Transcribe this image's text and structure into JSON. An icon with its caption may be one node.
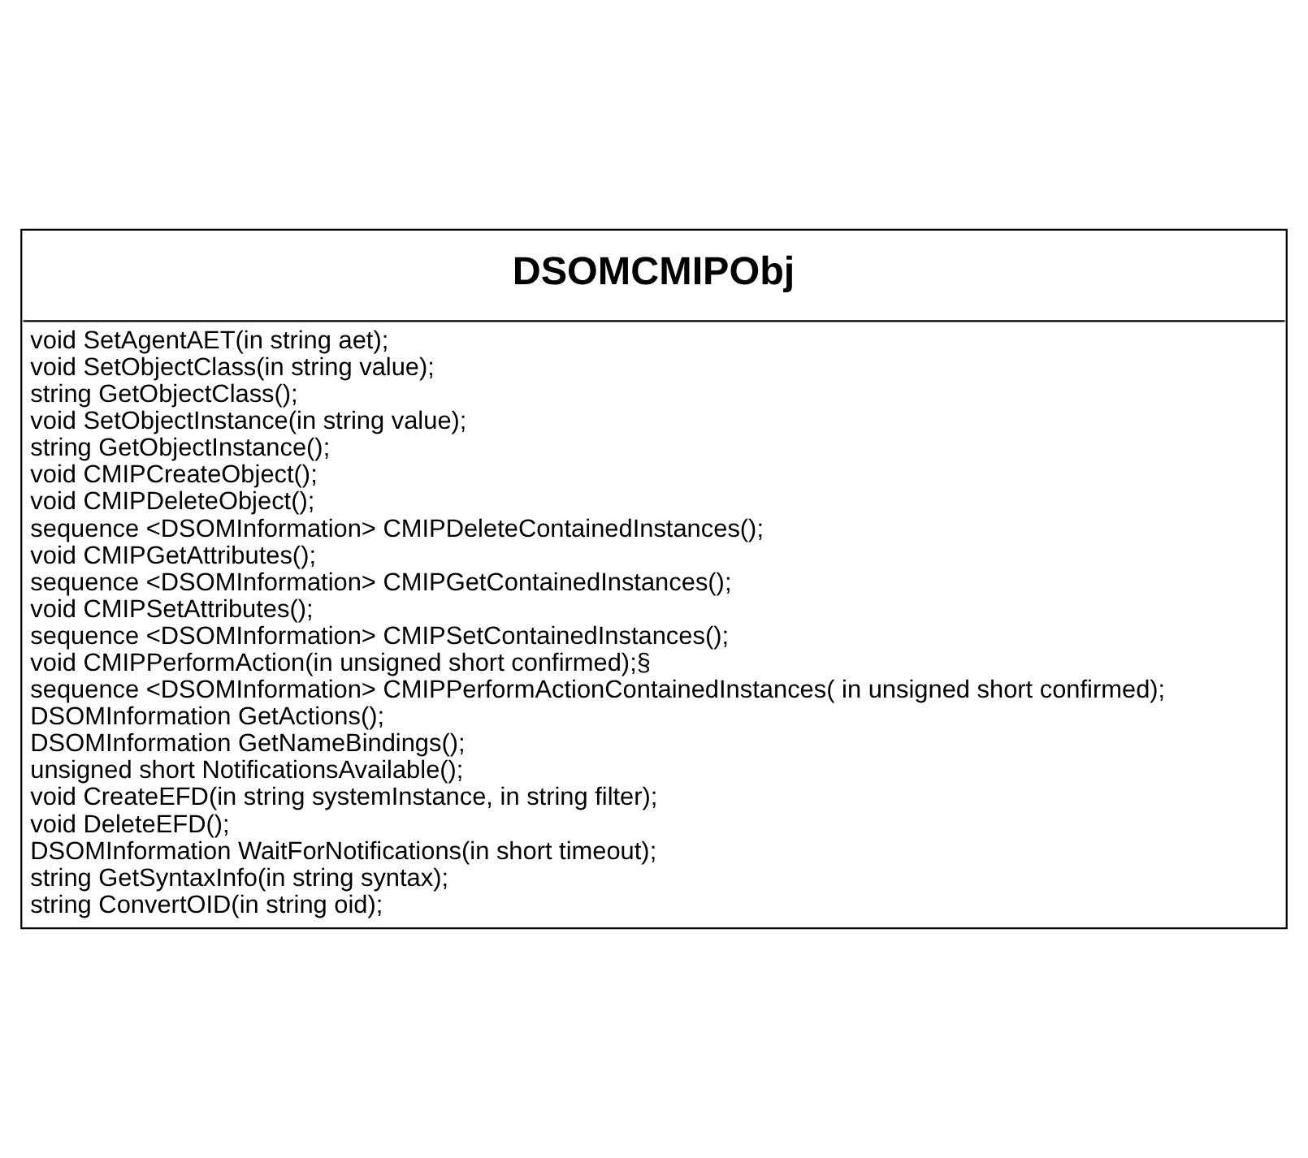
{
  "diagram": {
    "nodes": [
      {
        "text": [
          "DSOMCMIPObj",
          "void SetAgentAET(in string aet);",
          "void SetObjectClass(in string value);",
          "string GetObjectClass();",
          "void SetObjectInstance(in string value);",
          "string GetObjectInstance();",
          "void CMIPCreateObject();",
          "void CMIPDeleteObject();",
          "sequence <DSOMInformation> CMIPDeleteContainedInstances();",
          "void CMIPGetAttributes();",
          "sequence <DSOMInformation> CMIPGetContainedInstances();",
          "void CMIPSetAttributes();",
          "sequence <DSOMInformation> CMIPSetContainedInstances();",
          "void CMIPPerformAction(in unsigned short confirmed);§",
          "sequence <DSOMInformation> CMIPPerformActionContainedInstances( in unsigned short confirmed);",
          "DSOMInformation GetActions();",
          "DSOMInformation GetNameBindings();",
          "unsigned short NotificationsAvailable();",
          "void CreateEFD(in string systemInstance, in string filter);",
          "void DeleteEFD();",
          "DSOMInformation WaitForNotifications(in short timeout);",
          "string GetSyntaxInfo(in string syntax);",
          "string ConvertOID(in string oid);"
        ]
      }
    ]
  }
}
